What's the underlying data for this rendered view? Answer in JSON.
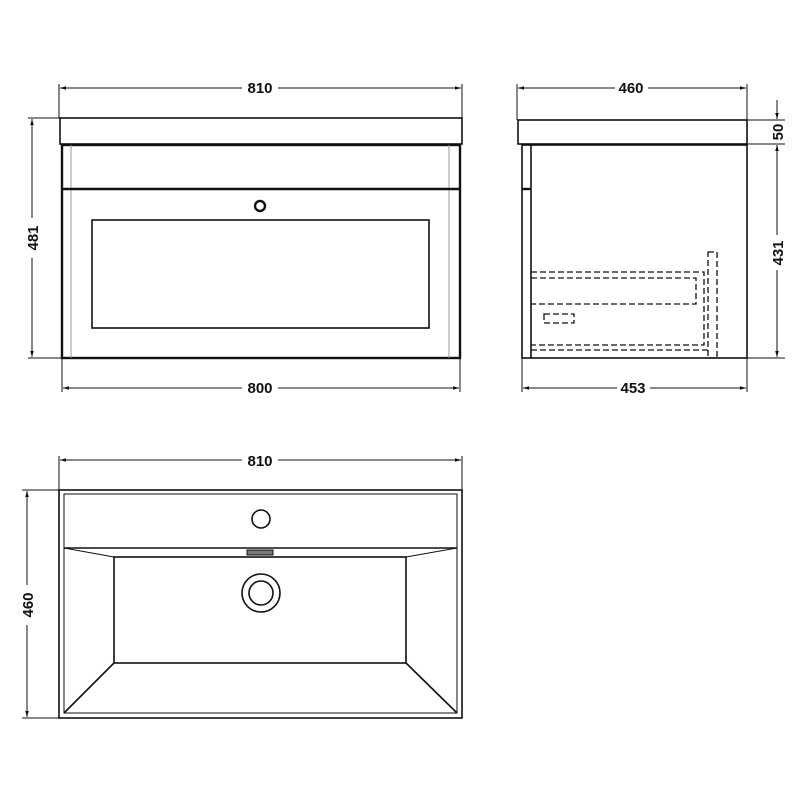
{
  "drawing": {
    "front_view": {
      "top_width_label": "810",
      "height_label": "481",
      "bottom_width_label": "800"
    },
    "side_view": {
      "top_depth_label": "460",
      "basin_thickness_label": "50",
      "cabinet_height_label": "431",
      "bottom_depth_label": "453"
    },
    "plan_view": {
      "width_label": "810",
      "depth_label": "460"
    }
  },
  "colors": {
    "line": "#111111",
    "secondary_line": "#999999",
    "background": "#ffffff"
  }
}
